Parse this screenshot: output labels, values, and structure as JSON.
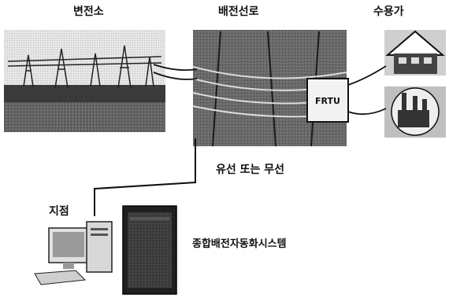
{
  "labels": {
    "substation": "변전소",
    "distribution_line": "배전선로",
    "consumer": "수용가",
    "communication": "유선 또는 무선",
    "site": "지점",
    "das": "종합배전자동화시스템"
  },
  "frtu_label": "FRTU"
}
